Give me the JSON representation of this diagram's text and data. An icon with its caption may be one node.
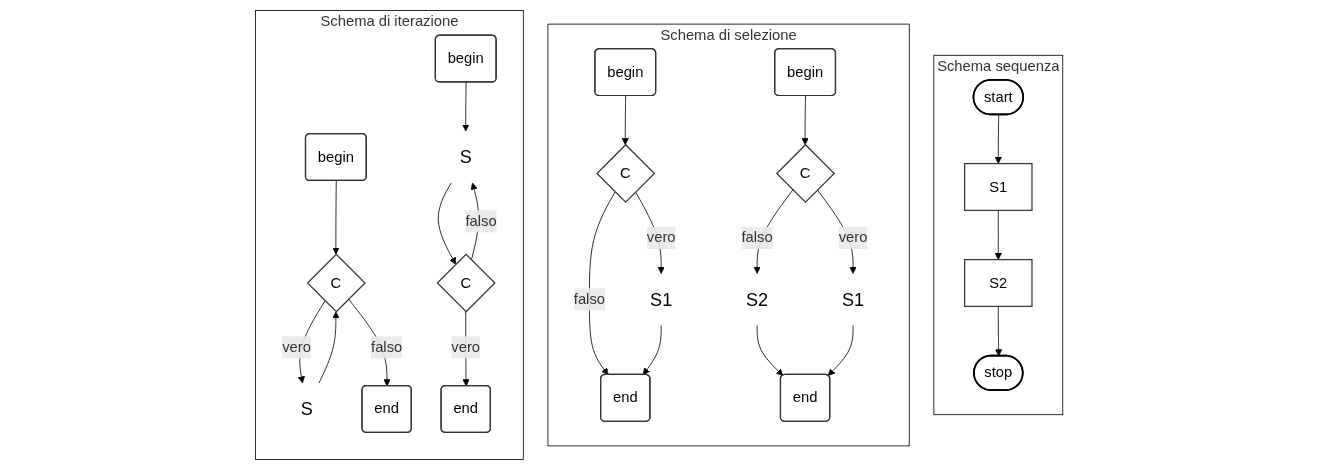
{
  "diagram": {
    "nodes": [
      {
        "text": [
          "Schema sequenza"
        ]
      },
      {
        "text": [
          "start"
        ],
        "in": 0
      },
      {
        "text": [
          "S1"
        ],
        "in": 0
      },
      {
        "text": [
          "S2"
        ],
        "in": 0
      },
      {
        "text": [
          "stop"
        ],
        "in": 0
      },
      {
        "text": [
          "Schema di selezione"
        ]
      },
      {
        "text": [
          "begin"
        ],
        "in": 5
      },
      {
        "text": [
          "C"
        ],
        "in": 5
      },
      {
        "text": [
          "S1"
        ],
        "in": 5
      },
      {
        "text": [
          "end"
        ],
        "in": 5
      },
      {
        "text": [
          "begin"
        ],
        "in": 5
      },
      {
        "text": [
          "C"
        ],
        "in": 5
      },
      {
        "text": [
          "S2"
        ],
        "in": 5
      },
      {
        "text": [
          "S1"
        ],
        "in": 5
      },
      {
        "text": [
          "end"
        ],
        "in": 5
      },
      {
        "text": [
          "Schema di iterazione"
        ]
      },
      {
        "text": [
          "begin"
        ],
        "in": 15
      },
      {
        "text": [
          "C"
        ],
        "in": 15
      },
      {
        "text": [
          "S"
        ],
        "in": 15
      },
      {
        "text": [
          "end"
        ],
        "in": 15
      },
      {
        "text": [
          "begin"
        ],
        "in": 15
      },
      {
        "text": [
          "S"
        ],
        "in": 15
      },
      {
        "text": [
          "C"
        ],
        "in": 15
      },
      {
        "text": [
          "end"
        ],
        "in": 15
      }
    ],
    "edges": [
      {
        "from": 1,
        "to": 2,
        "arrow": "to"
      },
      {
        "from": 2,
        "to": 3,
        "arrow": "to"
      },
      {
        "from": 3,
        "to": 4,
        "arrow": "to"
      },
      {
        "from": 6,
        "to": 7,
        "arrow": "to"
      },
      {
        "from": 7,
        "to": 8,
        "arrow": "to",
        "label": "vero"
      },
      {
        "from": 7,
        "to": 9,
        "arrow": "to",
        "label": "falso"
      },
      {
        "from": 8,
        "to": 9,
        "arrow": "to"
      },
      {
        "from": 10,
        "to": 11,
        "arrow": "to"
      },
      {
        "from": 11,
        "to": 12,
        "arrow": "to",
        "label": "falso"
      },
      {
        "from": 11,
        "to": 13,
        "arrow": "to",
        "label": "vero"
      },
      {
        "from": 12,
        "to": 14,
        "arrow": "to"
      },
      {
        "from": 13,
        "to": 14,
        "arrow": "to"
      },
      {
        "from": 16,
        "to": 17,
        "arrow": "to"
      },
      {
        "from": 17,
        "to": 18,
        "arrow": "to",
        "label": "vero"
      },
      {
        "from": 18,
        "to": 17,
        "arrow": "to"
      },
      {
        "from": 17,
        "to": 19,
        "arrow": "to",
        "label": "falso"
      },
      {
        "from": 20,
        "to": 21,
        "arrow": "to"
      },
      {
        "from": 21,
        "to": 22,
        "arrow": "to"
      },
      {
        "from": 22,
        "to": 21,
        "arrow": "to",
        "label": "falso"
      },
      {
        "from": 22,
        "to": 23,
        "arrow": "to",
        "label": "vero"
      }
    ]
  }
}
